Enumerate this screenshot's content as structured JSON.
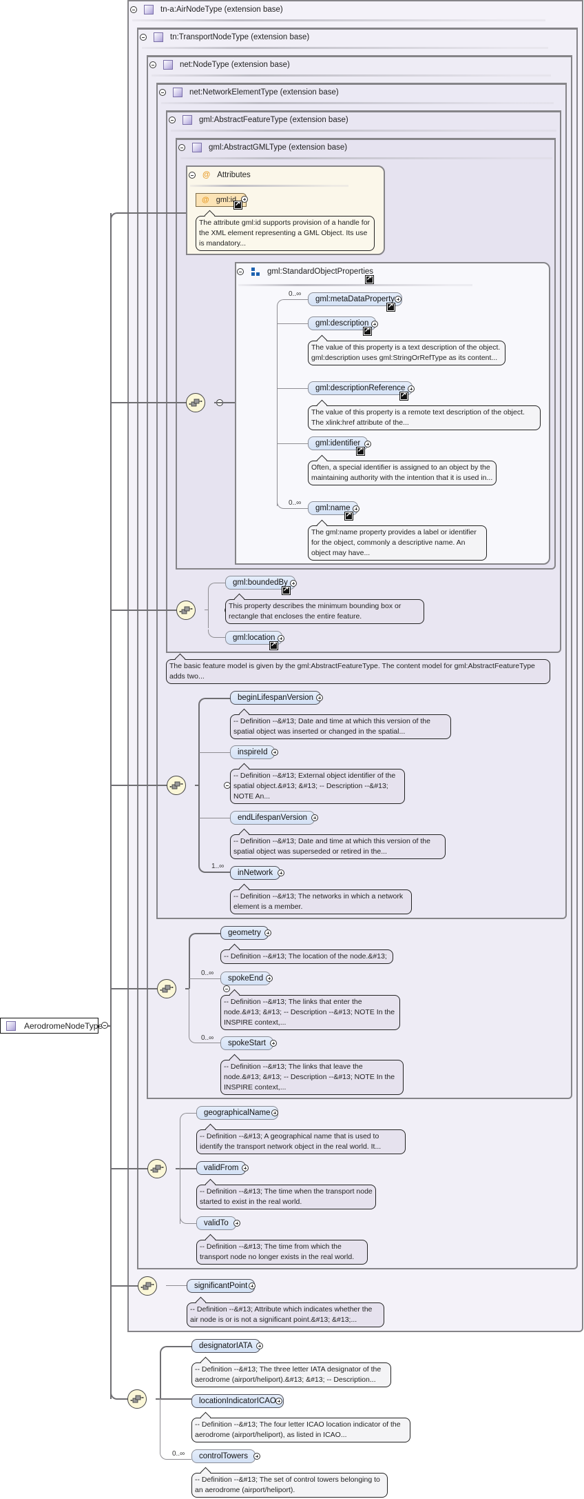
{
  "root": {
    "name": "AerodromeNodeType",
    "icon": "complex-type-icon"
  },
  "extension_bases": [
    {
      "label": "tn-a:AirNodeType (extension base)"
    },
    {
      "label": "tn:TransportNodeType (extension base)"
    },
    {
      "label": "net:NodeType (extension base)"
    },
    {
      "label": "net:NetworkElementType (extension base)"
    },
    {
      "label": "gml:AbstractFeatureType (extension base)"
    },
    {
      "label": "gml:AbstractGMLType (extension base)"
    }
  ],
  "attributes": {
    "title": "Attributes",
    "items": [
      {
        "name": "gml:id",
        "doc": "The attribute gml:id supports provision of a handle for the XML element representing a GML Object. Its use is mandatory..."
      }
    ]
  },
  "standard_object_properties": {
    "title": "gml:StandardObjectProperties",
    "elements": [
      {
        "name": "gml:metaDataProperty",
        "cardinality": "0..∞",
        "doc": ""
      },
      {
        "name": "gml:description",
        "cardinality": "",
        "doc": "The value of this property is a text description of the object. gml:description uses gml:StringOrRefType as its content..."
      },
      {
        "name": "gml:descriptionReference",
        "cardinality": "",
        "doc": "The value of this property is a remote text description of the object. The xlink:href attribute of the..."
      },
      {
        "name": "gml:identifier",
        "cardinality": "",
        "doc": "Often, a special identifier is assigned to an object by the maintaining authority with the intention that it is used in..."
      },
      {
        "name": "gml:name",
        "cardinality": "0..∞",
        "doc": "The gml:name property provides a label or identifier for the object, commonly a descriptive name. An object may have..."
      }
    ]
  },
  "feature": {
    "elements": [
      {
        "name": "gml:boundedBy",
        "doc": "This property describes the minimum bounding box or rectangle that encloses the entire feature."
      },
      {
        "name": "gml:location",
        "doc": ""
      }
    ],
    "doc": "The basic feature model is given by the gml:AbstractFeatureType. The content model for gml:AbstractFeatureType adds two..."
  },
  "network_element": {
    "elements": [
      {
        "name": "beginLifespanVersion",
        "cardinality": "",
        "doc": "-- Definition --&#13; Date and time at which this version of the spatial object was inserted or changed in the spatial..."
      },
      {
        "name": "inspireId",
        "cardinality": "",
        "doc": "-- Definition --&#13; External object identifier of the spatial object.&#13; &#13; -- Description --&#13; NOTE An..."
      },
      {
        "name": "endLifespanVersion",
        "cardinality": "",
        "doc": "-- Definition --&#13; Date and time at which this version of the spatial object was superseded or retired in the..."
      },
      {
        "name": "inNetwork",
        "cardinality": "1..∞",
        "doc": "-- Definition --&#13; The networks in which a network element is a member."
      }
    ]
  },
  "node": {
    "elements": [
      {
        "name": "geometry",
        "cardinality": "",
        "doc": "-- Definition --&#13; The location of the node.&#13;"
      },
      {
        "name": "spokeEnd",
        "cardinality": "0..∞",
        "doc": "-- Definition --&#13; The links that enter the node.&#13; &#13; -- Description --&#13; NOTE In the INSPIRE context,..."
      },
      {
        "name": "spokeStart",
        "cardinality": "0..∞",
        "doc": "-- Definition --&#13; The links that leave the node.&#13; &#13; -- Description --&#13; NOTE In the INSPIRE context,..."
      }
    ]
  },
  "transport_node": {
    "elements": [
      {
        "name": "geographicalName",
        "doc": "-- Definition --&#13; A geographical name that is used to identify the transport network object in the real world. It..."
      },
      {
        "name": "validFrom",
        "doc": "-- Definition --&#13; The time when the transport node started to exist in the real world."
      },
      {
        "name": "validTo",
        "doc": "-- Definition --&#13; The time from which the transport node no longer exists in the real world."
      }
    ]
  },
  "air_node": {
    "elements": [
      {
        "name": "significantPoint",
        "doc": "-- Definition --&#13; Attribute which indicates whether the air node is or is not a significant point.&#13; &#13;..."
      }
    ]
  },
  "aerodrome": {
    "elements": [
      {
        "name": "designatorIATA",
        "cardinality": "",
        "doc": "-- Definition --&#13; The three letter IATA designator of the aerodrome (airport/heliport).&#13; &#13; -- Description..."
      },
      {
        "name": "locationIndicatorICAO",
        "cardinality": "",
        "doc": "-- Definition --&#13; The four letter ICAO location indicator of the aerodrome (airport/heliport), as listed in ICAO..."
      },
      {
        "name": "controlTowers",
        "cardinality": "0..∞",
        "doc": "-- Definition --&#13; The set of control towers belonging to an aerodrome (airport/heliport)."
      }
    ]
  },
  "colors": {
    "type_box_bg": "#f3f1f8",
    "element_fill": "#dce7f7",
    "sequence_fill": "#fbf7d8",
    "attribute_fill": "#fbe3b5",
    "border": "#858488"
  }
}
